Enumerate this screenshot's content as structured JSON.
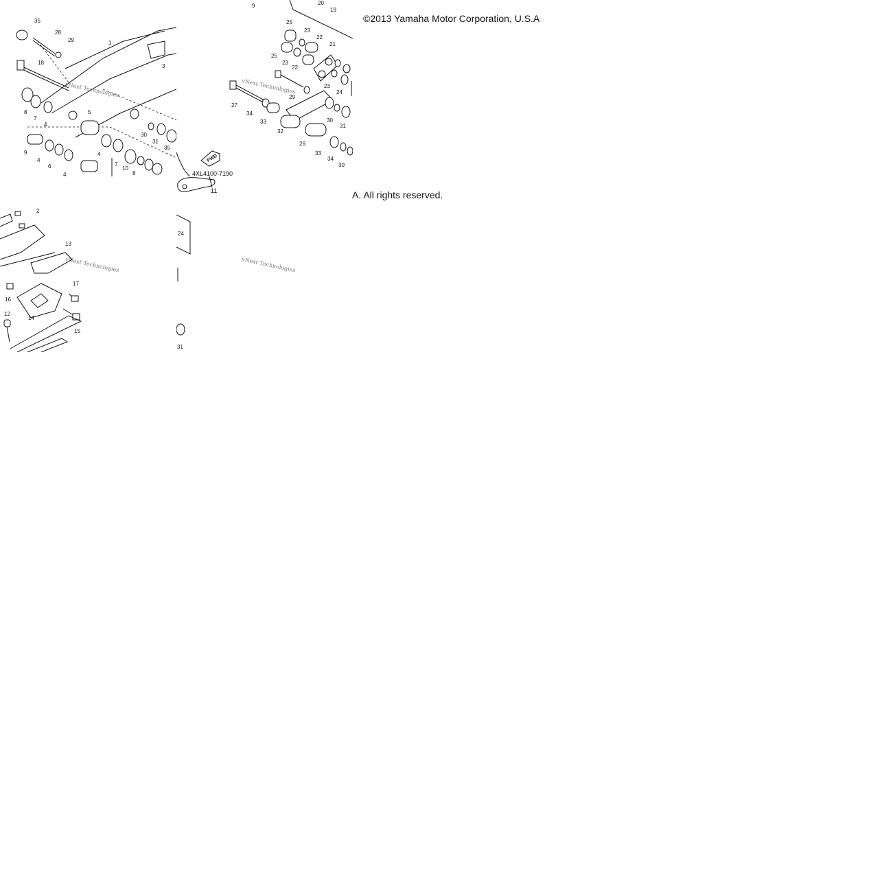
{
  "copyright": {
    "line1": "©2013 Yamaha Motor Corporation, U.S.A",
    "line2": "A. All rights reserved."
  },
  "watermark": "vNext Technologies",
  "fwd_label": "FWD",
  "diagram_code": "4XL4100-7190",
  "tile1_labels": [
    "35",
    "28",
    "29",
    "1",
    "18",
    "3",
    "8",
    "7",
    "4",
    "5",
    "30",
    "31",
    "35",
    "9",
    "4",
    "6",
    "4",
    "4",
    "7",
    "10",
    "8"
  ],
  "tile2_labels": [
    "9",
    "20",
    "19",
    "25",
    "23",
    "22",
    "25",
    "21",
    "23",
    "22",
    "23",
    "27",
    "34",
    "29",
    "24",
    "30",
    "33",
    "32",
    "31",
    "26",
    "33",
    "34",
    "30",
    "11"
  ],
  "tile3_labels": [
    "2",
    "13",
    "17",
    "16",
    "12",
    "14",
    "15"
  ],
  "tile4_labels": [
    "24",
    "31"
  ]
}
